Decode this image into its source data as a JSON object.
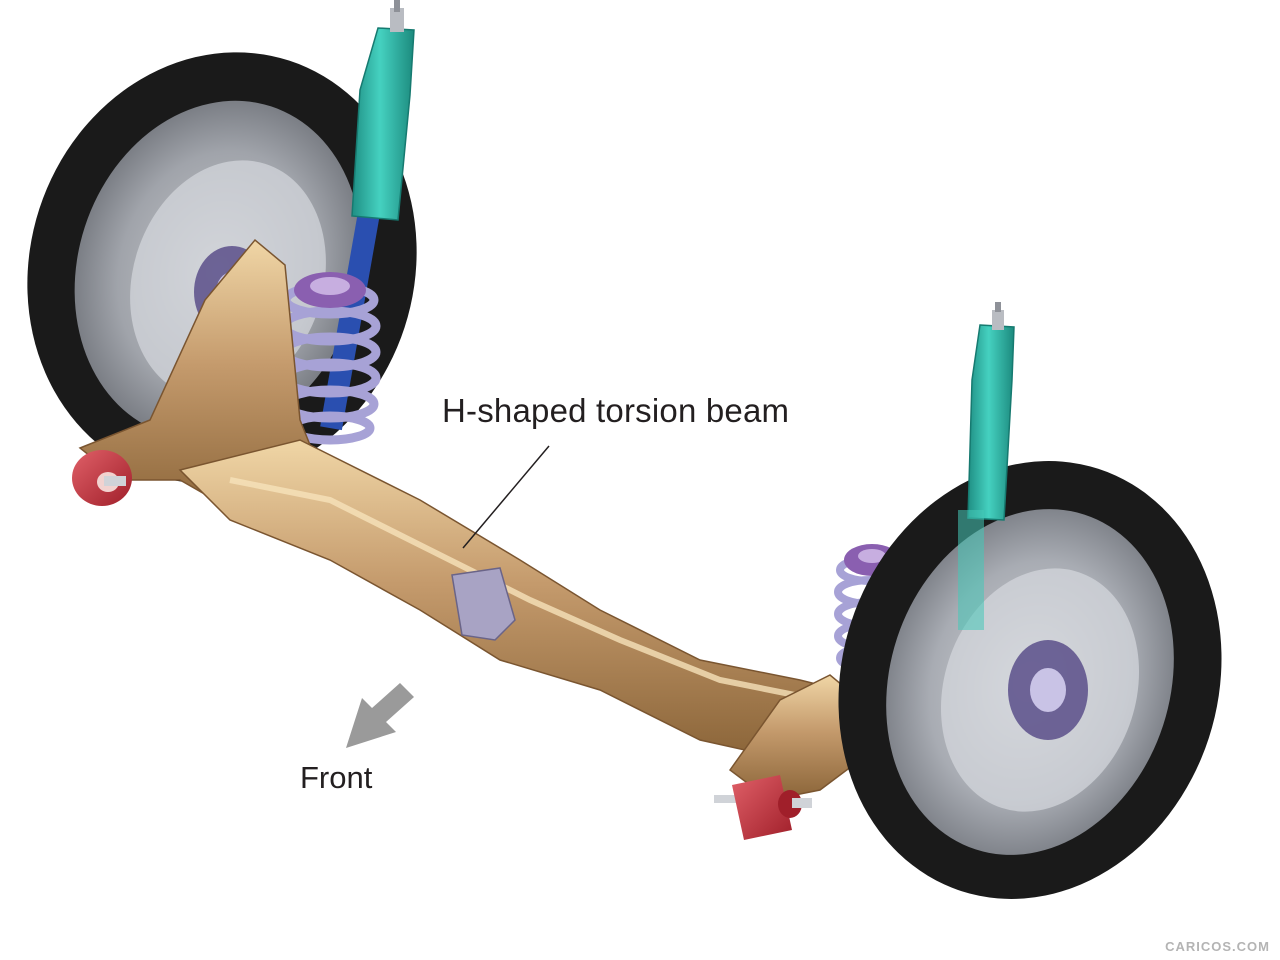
{
  "diagram": {
    "labels": {
      "beam": "H-shaped torsion beam",
      "front": "Front"
    },
    "watermark": "CARICOS.COM",
    "colors": {
      "beam": "#c49a6c",
      "beam_highlight": "#f0d6a6",
      "beam_shadow": "#8a6438",
      "shock_absorber": "#2fb8a8",
      "shock_inner": "#2a4fb0",
      "spring": "#a7a2d6",
      "spring_seat": "#8a5fb0",
      "bushing": "#c8323c",
      "tire": "#1a1a1a",
      "wheel": "#b8bcc4",
      "hub": "#5a4f8a",
      "arrow": "#9a9a9a",
      "text": "#231f20"
    },
    "components": [
      "torsion-beam",
      "left-wheel",
      "right-wheel",
      "left-shock-absorber",
      "right-shock-absorber",
      "left-coil-spring",
      "right-coil-spring",
      "left-bushing",
      "right-bushing",
      "front-direction-arrow"
    ]
  }
}
